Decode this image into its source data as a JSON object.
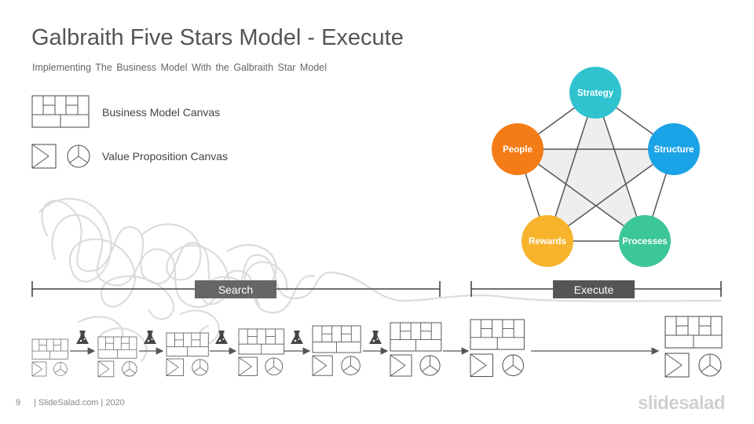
{
  "header": {
    "title": "Galbraith Five Stars Model - Execute",
    "subtitle": "Implementing  The Business  Model  With  the Galbraith  Star Model"
  },
  "legend": {
    "business_model_canvas": "Business Model Canvas",
    "value_proposition_canvas": "Value Proposition Canvas"
  },
  "phases": {
    "search": "Search",
    "execute": "Execute"
  },
  "star_model": {
    "nodes": [
      {
        "label": "Strategy",
        "color": "#2ec3cf"
      },
      {
        "label": "Structure",
        "color": "#1aa3e6"
      },
      {
        "label": "Processes",
        "color": "#3cc797"
      },
      {
        "label": "Rewards",
        "color": "#f7b32b"
      },
      {
        "label": "People",
        "color": "#f47c16"
      }
    ]
  },
  "colors": {
    "phase_label_bg": "#666666",
    "line": "#444444"
  },
  "icons": {
    "experiment": "flask-icon"
  },
  "footer": {
    "page_number": "9",
    "credit": "| SlideSalad.com | 2020",
    "brand": "slidesalad"
  }
}
